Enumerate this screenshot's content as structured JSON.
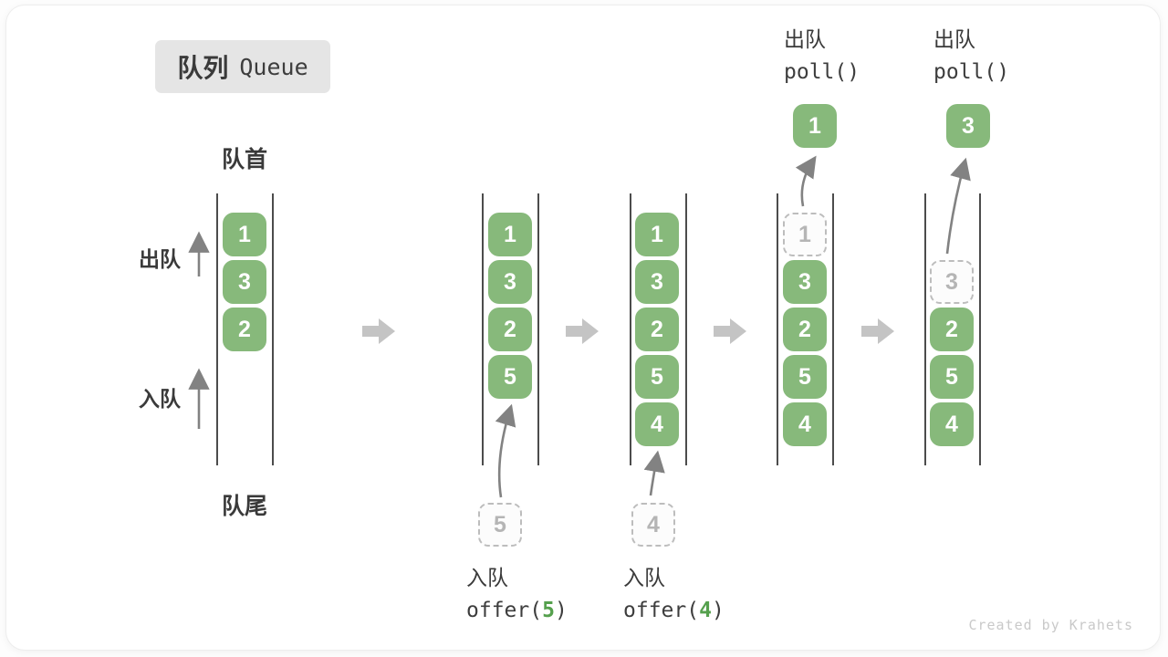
{
  "title": {
    "zh": "队列",
    "en": "Queue"
  },
  "front_label": "队首",
  "rear_label": "队尾",
  "dequeue_label": "出队",
  "enqueue_label": "入队",
  "queues": {
    "q1": {
      "values": [
        "1",
        "3",
        "2"
      ]
    },
    "q2": {
      "values": [
        "1",
        "3",
        "2",
        "5"
      ],
      "pending": "5"
    },
    "q3": {
      "values": [
        "1",
        "3",
        "2",
        "5",
        "4"
      ],
      "pending": "4"
    },
    "q4": {
      "removed": "1",
      "values": [
        "3",
        "2",
        "5",
        "4"
      ],
      "popped": "1"
    },
    "q5": {
      "removed": "3",
      "values": [
        "2",
        "5",
        "4"
      ],
      "popped": "3"
    }
  },
  "operations": {
    "enqueue5": {
      "action": "入队",
      "code_fn": "offer(",
      "code_arg": "5",
      "code_close": ")"
    },
    "enqueue4": {
      "action": "入队",
      "code_fn": "offer(",
      "code_arg": "4",
      "code_close": ")"
    },
    "poll1": {
      "action": "出队",
      "code": "poll()"
    },
    "poll2": {
      "action": "出队",
      "code": "poll()"
    }
  },
  "watermark": "Created by Krahets",
  "colors": {
    "box_green": "#87b97b",
    "code_green": "#55a04d",
    "flow_arrow_gray": "#c4c4c4",
    "thin_arrow_gray": "#828282",
    "wall_gray": "#4c4c4c",
    "label_dark": "#3a3a3a",
    "dashed_gray": "#bdbdbd",
    "badge_bg": "#e5e5e5",
    "watermark_gray": "#c9c9c9"
  }
}
